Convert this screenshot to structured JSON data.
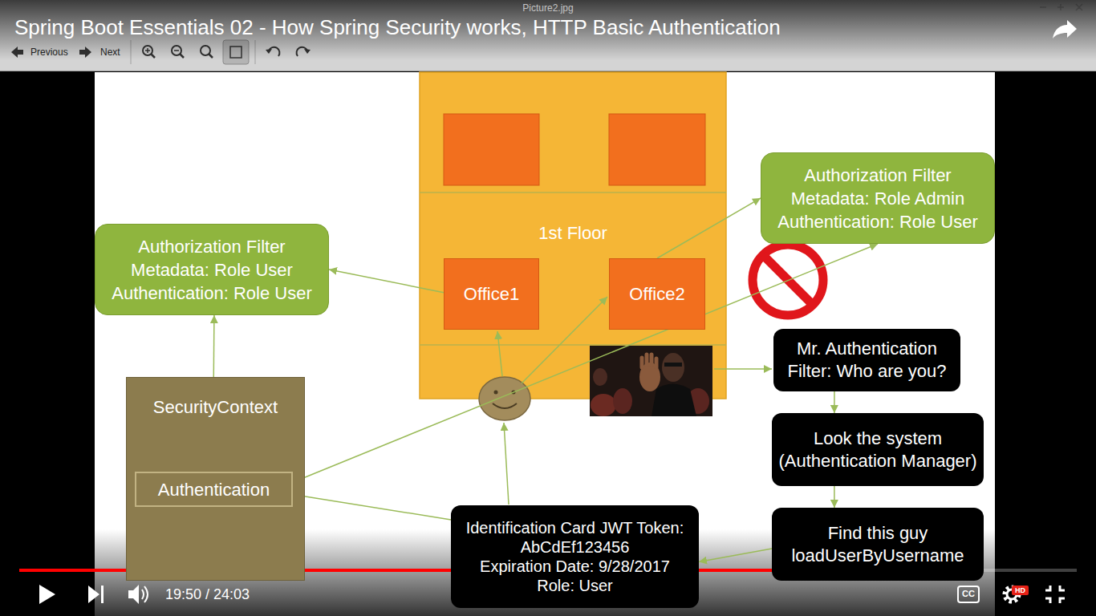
{
  "diagram": {
    "title": "Spring Boot Essentials 02 - How Spring Security works, HTTP Basic Authentication",
    "nodes": [
      {
        "text": [
          "1st Floor"
        ]
      },
      {
        "text": [
          "Office1"
        ],
        "in": 0
      },
      {
        "text": [
          "Office2"
        ],
        "in": 0
      },
      {
        "text": [
          "Authorization Filter",
          "Metadata: Role Admin",
          "Authentication: Role User"
        ]
      },
      {
        "text": [
          "Authorization Filter",
          "Metadata: Role User",
          "Authentication: Role User"
        ]
      },
      {
        "text": [
          "Mr. Authentication Filter: Who are you?"
        ]
      },
      {
        "text": [
          "SecurityContext"
        ]
      },
      {
        "text": [
          "Authentication"
        ],
        "in": 6
      },
      {
        "text": [
          "Look the system (Authentication Manager)"
        ]
      },
      {
        "text": [
          "Find this guy loadUserByUsername"
        ]
      },
      {
        "text": [
          "Identification Card JWT Token: AbCdEf123456",
          "Expiration Date: 9/28/2017",
          "Role: User"
        ]
      }
    ],
    "edges": [
      {
        "from": 1,
        "to": 4,
        "arrow": "to"
      },
      {
        "from": 6,
        "to": 4,
        "arrow": "to"
      },
      {
        "from": 2,
        "to": 3,
        "arrow": "to"
      },
      {
        "from": 7,
        "to": 3,
        "arrow": "to"
      },
      {
        "from": 5,
        "to": 8,
        "arrow": "to"
      },
      {
        "from": 8,
        "to": 9,
        "arrow": "to"
      },
      {
        "from": 9,
        "to": 10,
        "arrow": "to"
      },
      {
        "from": 10,
        "to": 7,
        "arrow": "to"
      }
    ],
    "labels": [
      "Picture2.jpg",
      "Previous",
      "Next",
      "19:50 / 24:03",
      "CC",
      "HD"
    ]
  }
}
